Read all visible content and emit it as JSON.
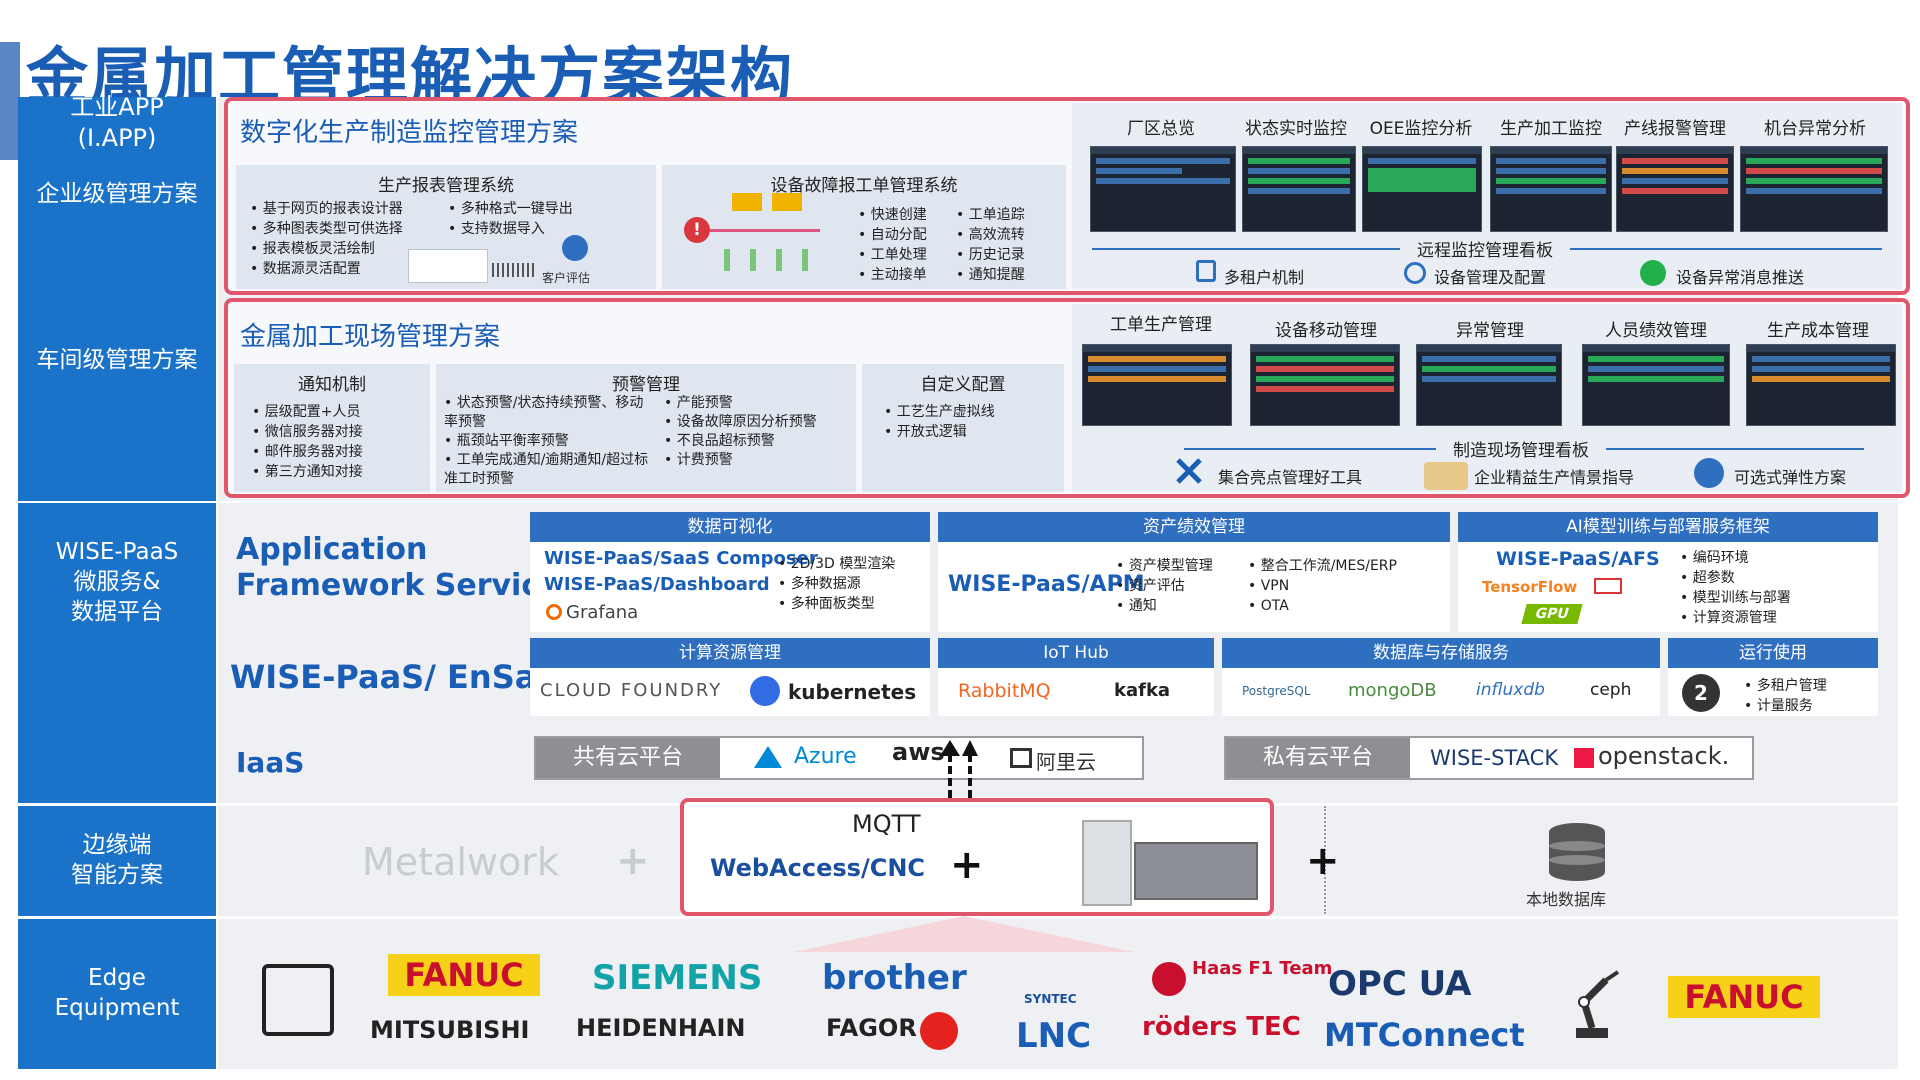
{
  "title": "金属加工管理解决方案架构",
  "layers": {
    "iapp_line1": "工业APP",
    "iapp_line2": "(I.APP)",
    "enterprise": "企业级管理方案",
    "workshop": "车间级管理方案",
    "wisepaas_line1": "WISE-PaaS",
    "wisepaas_line2": "微服务&",
    "wisepaas_line3": "数据平台",
    "edge_line1": "边缘端",
    "edge_line2": "智能方案",
    "equip_line1": "Edge",
    "equip_line2": "Equipment"
  },
  "digital": {
    "title": "数字化生产制造监控管理方案",
    "report_title": "生产报表管理系统",
    "report_col1": [
      "基于网页的报表设计器",
      "多种图表类型可供选择",
      "报表模板灵活绘制",
      "数据源灵活配置"
    ],
    "report_col2": [
      "多种格式一键导出",
      "支持数据导入"
    ],
    "customer_eval": "客户评估",
    "fault_title": "设备故障报工单管理系统",
    "fault_col1": [
      "快速创建",
      "自动分配",
      "工单处理",
      "主动接单"
    ],
    "fault_col2": [
      "工单追踪",
      "高效流转",
      "历史记录",
      "通知提醒"
    ],
    "screens": [
      "厂区总览",
      "状态实时监控",
      "OEE监控分析",
      "生产加工监控",
      "产线报警管理",
      "机台异常分析"
    ],
    "board": "远程监控管理看板",
    "features": [
      "多租户机制",
      "设备管理及配置",
      "设备异常消息推送"
    ]
  },
  "site": {
    "title": "金属加工现场管理方案",
    "notify_title": "通知机制",
    "notify_items": [
      "层级配置+人员",
      "微信服务器对接",
      "邮件服务器对接",
      "第三方通知对接"
    ],
    "warn_title": "预警管理",
    "warn_col1": [
      "状态预警/状态持续预警、移动率预警",
      "瓶颈站平衡率预警",
      "工单完成通知/逾期通知/超过标准工时预警"
    ],
    "warn_col2": [
      "产能预警",
      "设备故障原因分析预警",
      "不良品超标预警",
      "计费预警"
    ],
    "custom_title": "自定义配置",
    "custom_items": [
      "工艺生产虚拟线",
      "开放式逻辑"
    ],
    "screens": [
      "工单生产管理",
      "设备移动管理",
      "异常管理",
      "人员绩效管理",
      "生产成本管理"
    ],
    "board": "制造现场管理看板",
    "features": [
      "集合亮点管理好工具",
      "企业精益生产情景指导",
      "可选式弹性方案"
    ]
  },
  "afs": {
    "label_line1": "Application",
    "label_line2": "Framework Service",
    "viz_title": "数据可视化",
    "viz_logo1": "WISE-PaaS/SaaS Composer",
    "viz_logo2": "WISE-PaaS/Dashboard",
    "grafana": "Grafana",
    "viz_items": [
      "2D/3D 模型渲染",
      "多种数据源",
      "多种面板类型"
    ],
    "apm_title": "资产绩效管理",
    "apm_logo": "WISE-PaaS/APM",
    "apm_col1": [
      "资产模型管理",
      "资产评估",
      "通知"
    ],
    "apm_col2": [
      "整合工作流/MES/ERP",
      "VPN",
      "OTA"
    ],
    "ai_title": "AI模型训练与部署服务框架",
    "ai_logo": "WISE-PaaS/AFS",
    "tensorflow": "TensorFlow",
    "gpu": "GPU",
    "ai_items": [
      "编码环境",
      "超参数",
      "模型训练与部署",
      "计算资源管理"
    ]
  },
  "ensaas": {
    "label": "WISE-PaaS/ EnSaaS",
    "compute_title": "计算资源管理",
    "cloudfoundry": "CLOUD FOUNDRY",
    "kubernetes": "kubernetes",
    "iot_title": "IoT Hub",
    "rabbitmq": "RabbitMQ",
    "kafka": "kafka",
    "db_title": "数据库与存储服务",
    "postgresql": "PostgreSQL",
    "mongodb": "mongoDB",
    "influxdb": "influxdb",
    "ceph": "ceph",
    "ops_title": "运行使用",
    "ops_items": [
      "多租户管理",
      "计量服务"
    ]
  },
  "iaas": {
    "label": "IaaS",
    "public": "共有云平台",
    "azure": "Azure",
    "aws": "aws",
    "aliyun": "阿里云",
    "private": "私有云平台",
    "wisestack": "WISE-STACK",
    "openstack": "openstack."
  },
  "edge": {
    "metalwork": "Metalwork",
    "mqtt": "MQTT",
    "webaccess": "WebAccess/CNC",
    "plus": "+",
    "localdb": "本地数据库"
  },
  "equipment": {
    "brands_top": [
      "FANUC",
      "SIEMENS",
      "brother",
      "SYNTEC",
      "Haas F1 Team",
      "OPC UA",
      "FANUC"
    ],
    "mitsubishi": "MITSUBISHI",
    "heidenhain": "HEIDENHAIN",
    "fagor": "FAGOR",
    "lnc": "LNC",
    "roders": "röders TEC",
    "mtconnect": "MTConnect"
  },
  "colors": {
    "band_blue": "#1a73c9",
    "title_blue": "#1a5db5",
    "highlight_red": "#e0566b",
    "fanuc_yellow": "#f7d117",
    "siemens_teal": "#11a3a8"
  }
}
